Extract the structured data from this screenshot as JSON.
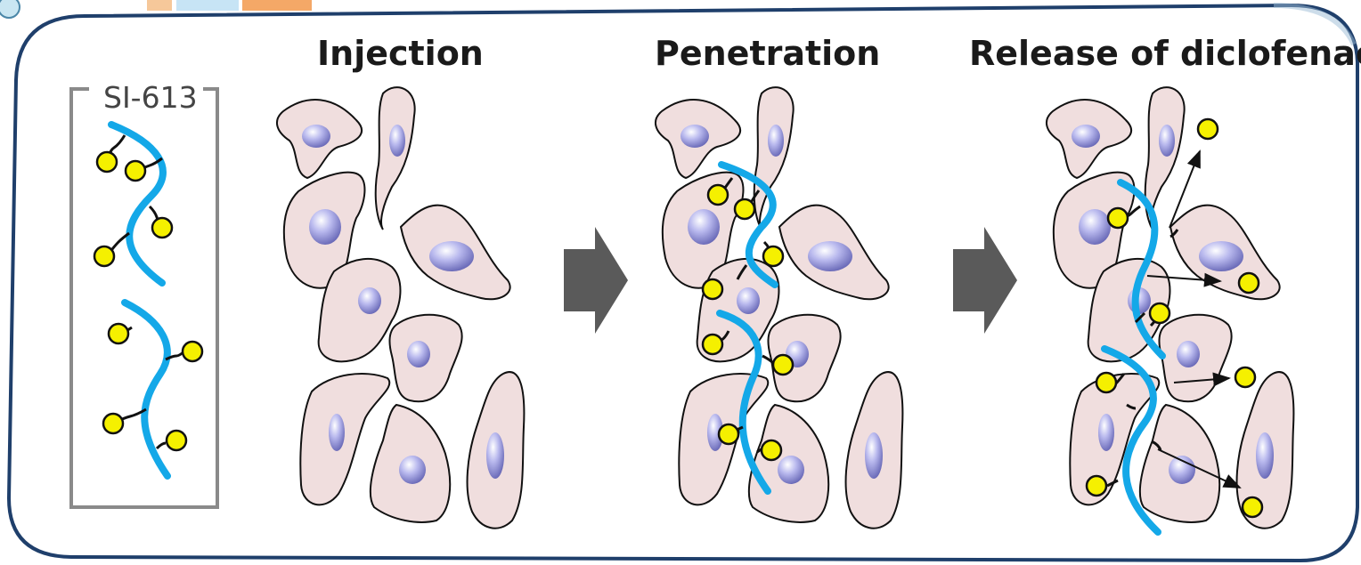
{
  "panels": {
    "injection_title": "Injection",
    "penetration_title": "Penetration",
    "release_title": "Release of diclofenac"
  },
  "inset": {
    "label": "SI-613"
  },
  "colors": {
    "polymer": "#14a8e8",
    "drug": "#f5f000",
    "cell_fill": "#f0dede",
    "arrow": "#5a5a5a",
    "frame": "#1f3f6b"
  },
  "icons": [
    "cell-icon",
    "nucleus-icon",
    "polymer-chain-icon",
    "drug-molecule-icon",
    "process-arrow-icon",
    "release-arrow-icon"
  ]
}
